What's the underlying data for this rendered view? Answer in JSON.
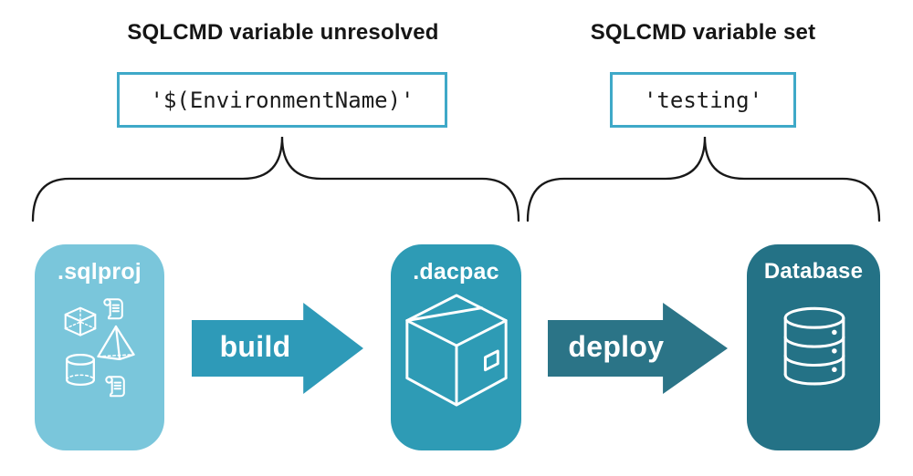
{
  "diagram": {
    "left_annotation": {
      "title": "SQLCMD variable unresolved",
      "value": "'$(EnvironmentName)'"
    },
    "right_annotation": {
      "title": "SQLCMD variable set",
      "value": "'testing'"
    },
    "stages": [
      {
        "label": ".sqlproj",
        "color": "#7AC6DB",
        "icons": [
          "cube-icon",
          "scroll-icon",
          "pyramid-icon",
          "cylinder-icon",
          "scroll-icon"
        ]
      },
      {
        "label": ".dacpac",
        "color": "#2E9BB5",
        "icons": [
          "package-icon"
        ]
      },
      {
        "label": "Database",
        "color": "#247286",
        "icons": [
          "database-icon"
        ]
      }
    ],
    "arrows": [
      {
        "label": "build",
        "color": "#2E9AB8"
      },
      {
        "label": "deploy",
        "color": "#2B7487"
      }
    ],
    "accent_border_color": "#3FA9C8",
    "brace_color": "#181818",
    "icon_stroke_color": "#FFFFFF"
  }
}
